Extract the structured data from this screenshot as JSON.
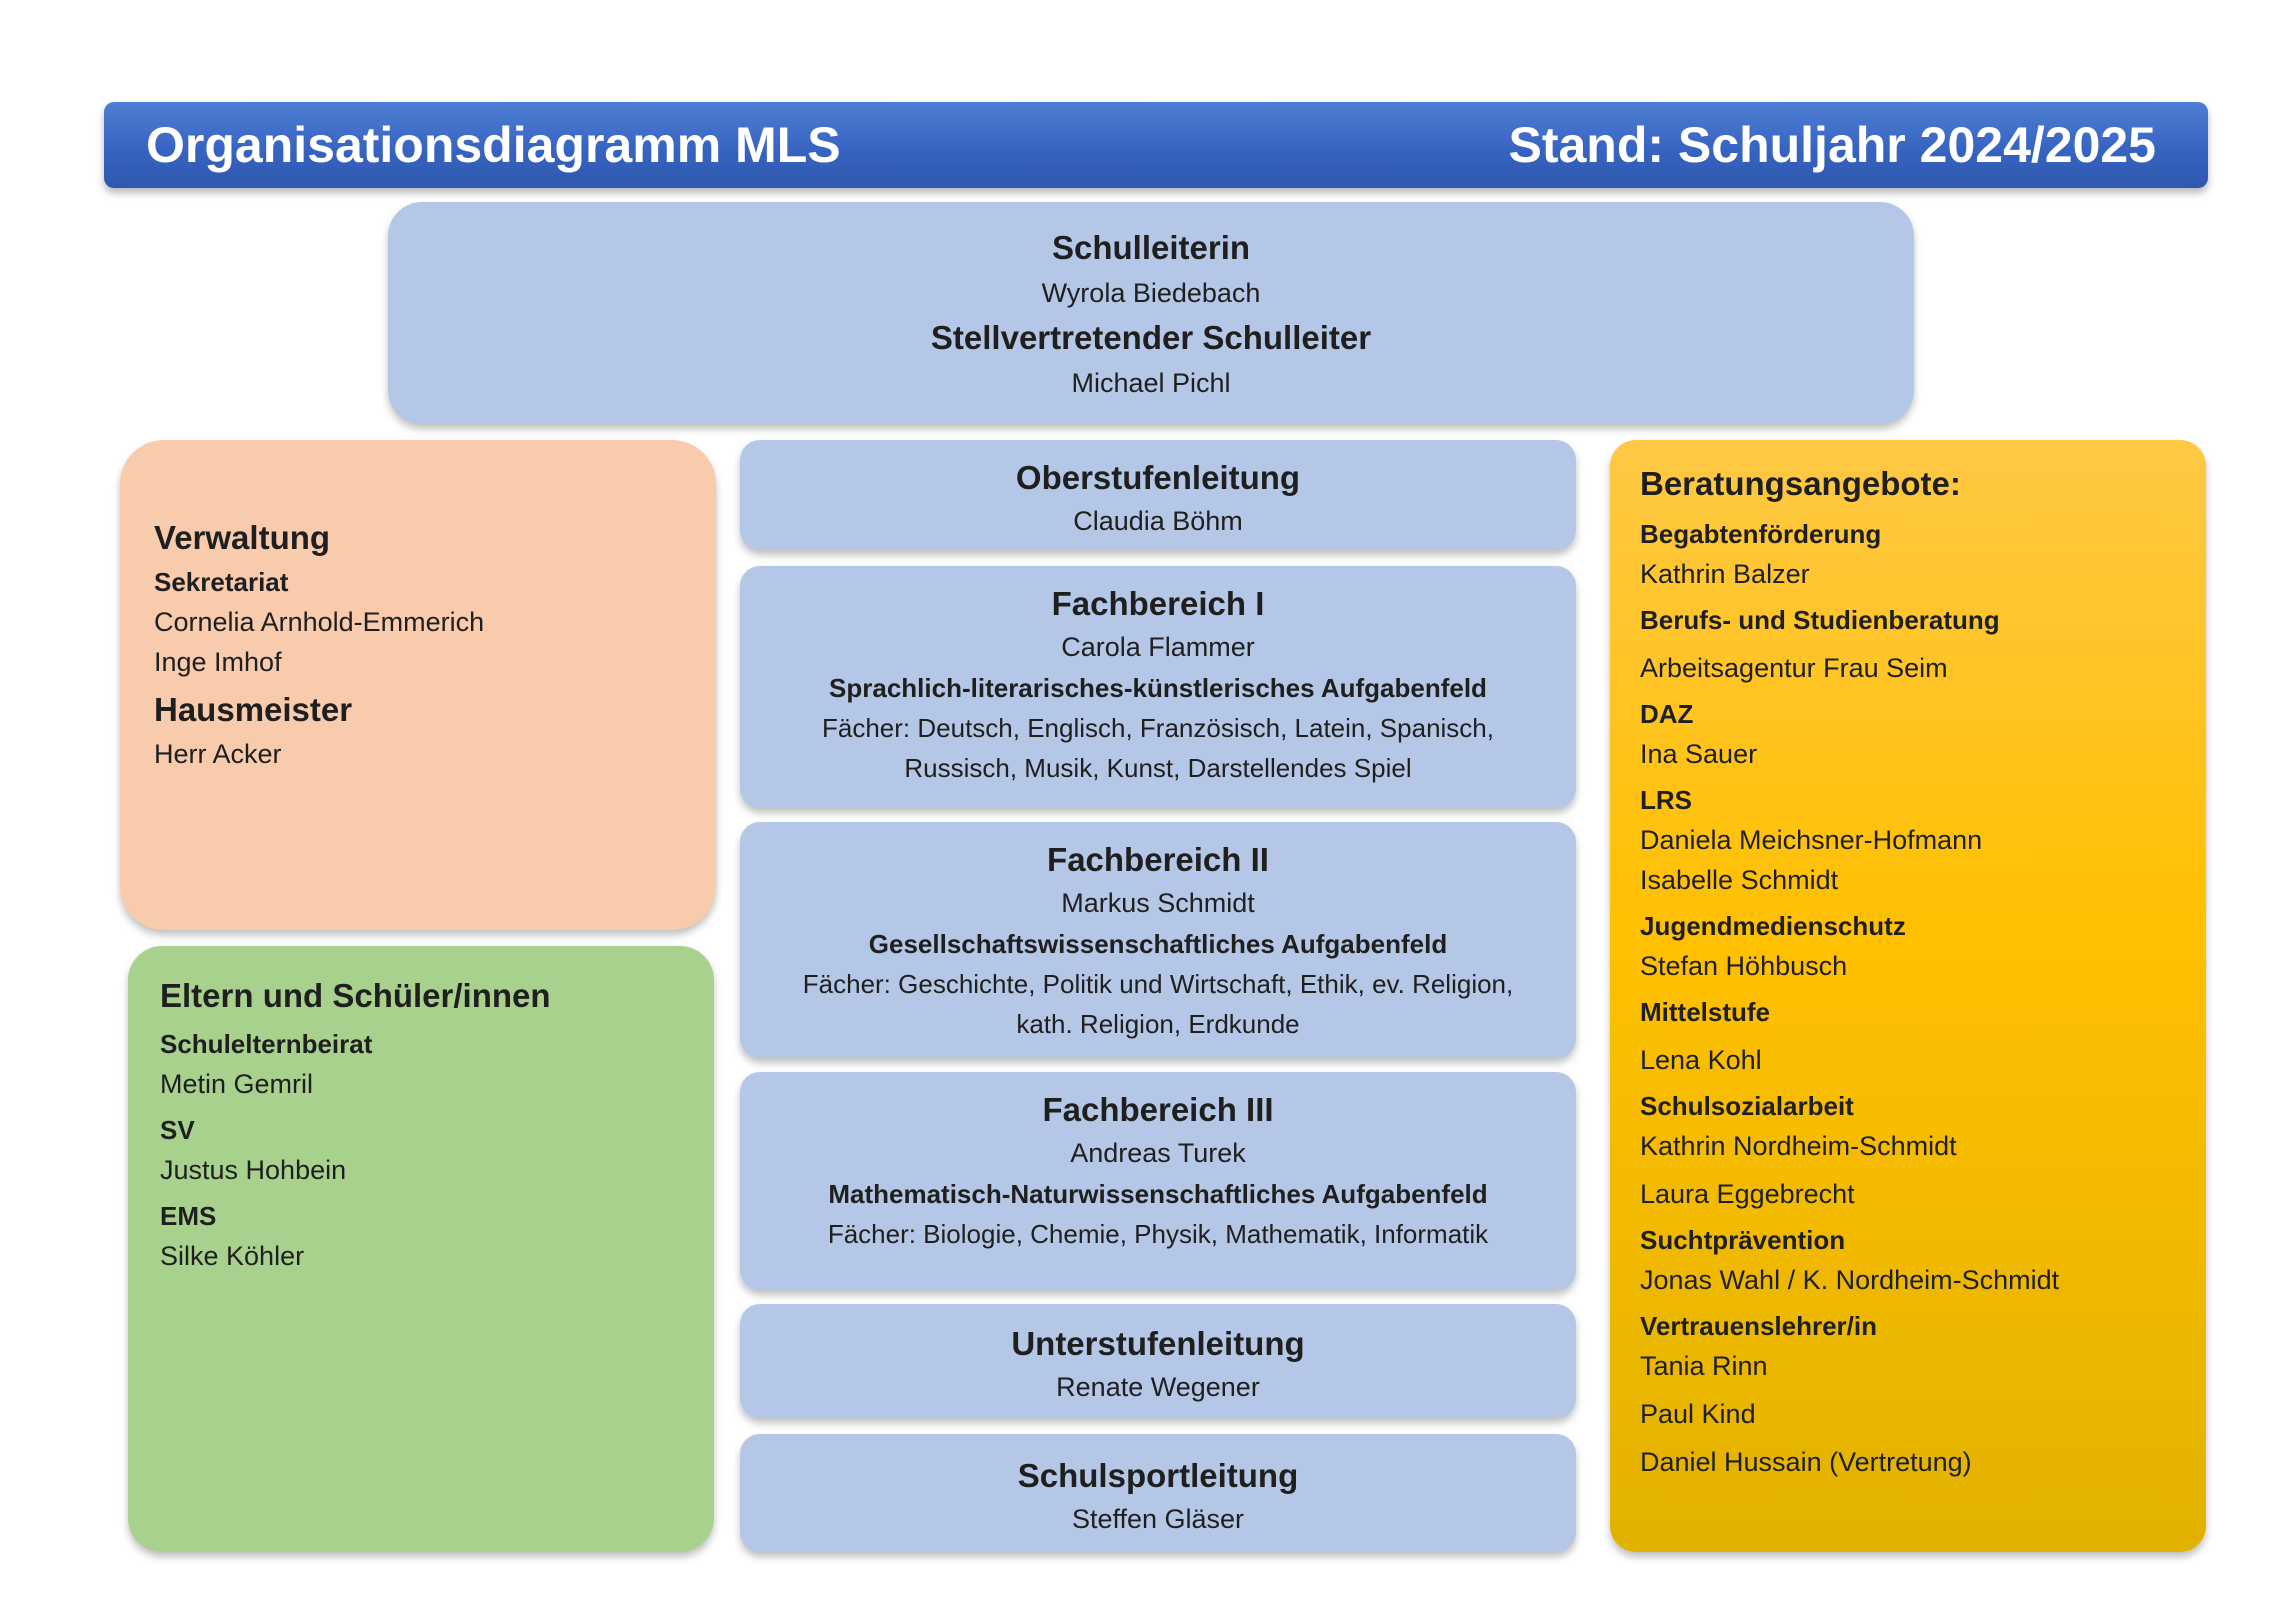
{
  "header": {
    "title": "Organisationsdiagramm MLS",
    "stand": "Stand: Schuljahr 2024/2025"
  },
  "leitung": {
    "schulleiterin_label": "Schulleiterin",
    "schulleiterin_name": "Wyrola Biedebach",
    "stellv_label": "Stellvertretender Schulleiter",
    "stellv_name": "Michael Pichl"
  },
  "verwaltung": {
    "title": "Verwaltung",
    "sekretariat_label": "Sekretariat",
    "sekretariat_names": [
      "Cornelia Arnhold-Emmerich",
      "Inge Imhof"
    ],
    "hausmeister_label": "Hausmeister",
    "hausmeister_name": "Herr Acker"
  },
  "eltern": {
    "title": "Eltern und Schüler/innen",
    "items": [
      {
        "label": "Schulelternbeirat",
        "name": "Metin Gemril"
      },
      {
        "label": "SV",
        "name": "Justus Hohbein"
      },
      {
        "label": "EMS",
        "name": "Silke Köhler"
      }
    ]
  },
  "mitte": {
    "oberstufe": {
      "title": "Oberstufenleitung",
      "name": "Claudia Böhm"
    },
    "fb1": {
      "title": "Fachbereich I",
      "name": "Carola Flammer",
      "feld": "Sprachlich-literarisches-künstlerisches Aufgabenfeld",
      "faecher_1": "Fächer: Deutsch, Englisch, Französisch, Latein, Spanisch,",
      "faecher_2": "Russisch, Musik, Kunst, Darstellendes Spiel"
    },
    "fb2": {
      "title": "Fachbereich II",
      "name": "Markus Schmidt",
      "feld": "Gesellschaftswissenschaftliches Aufgabenfeld",
      "faecher_1": "Fächer: Geschichte, Politik und Wirtschaft, Ethik, ev. Religion,",
      "faecher_2": "kath. Religion, Erdkunde"
    },
    "fb3": {
      "title": "Fachbereich III",
      "name": "Andreas Turek",
      "feld": "Mathematisch-Naturwissenschaftliches Aufgabenfeld",
      "faecher_1": "Fächer: Biologie, Chemie, Physik, Mathematik, Informatik"
    },
    "unterstufe": {
      "title": "Unterstufenleitung",
      "name": "Renate Wegener"
    },
    "sport": {
      "title": "Schulsportleitung",
      "name": "Steffen Gläser"
    }
  },
  "beratung": {
    "title": "Beratungsangebote:",
    "items": [
      {
        "label": "Begabtenförderung",
        "names": [
          "Kathrin Balzer"
        ]
      },
      {
        "label": "Berufs- und Studienberatung",
        "names": [
          "Arbeitsagentur Frau Seim"
        ]
      },
      {
        "label": "DAZ",
        "names": [
          "Ina Sauer"
        ]
      },
      {
        "label": "LRS",
        "names": [
          "Daniela Meichsner-Hofmann",
          "Isabelle Schmidt"
        ]
      },
      {
        "label": "Jugendmedienschutz",
        "names": [
          "Stefan Höhbusch"
        ]
      },
      {
        "label": "Mittelstufe",
        "names": [
          "Lena Kohl"
        ]
      },
      {
        "label": "Schulsozialarbeit",
        "names": [
          "Kathrin Nordheim-Schmidt",
          "Laura Eggebrecht"
        ]
      },
      {
        "label": "Suchtprävention",
        "names": [
          "Jonas Wahl / K. Nordheim-Schmidt"
        ]
      },
      {
        "label": "Vertrauenslehrer/in",
        "names": [
          "Tania Rinn",
          "Paul Kind",
          "Daniel Hussain (Vertretung)"
        ]
      }
    ]
  }
}
